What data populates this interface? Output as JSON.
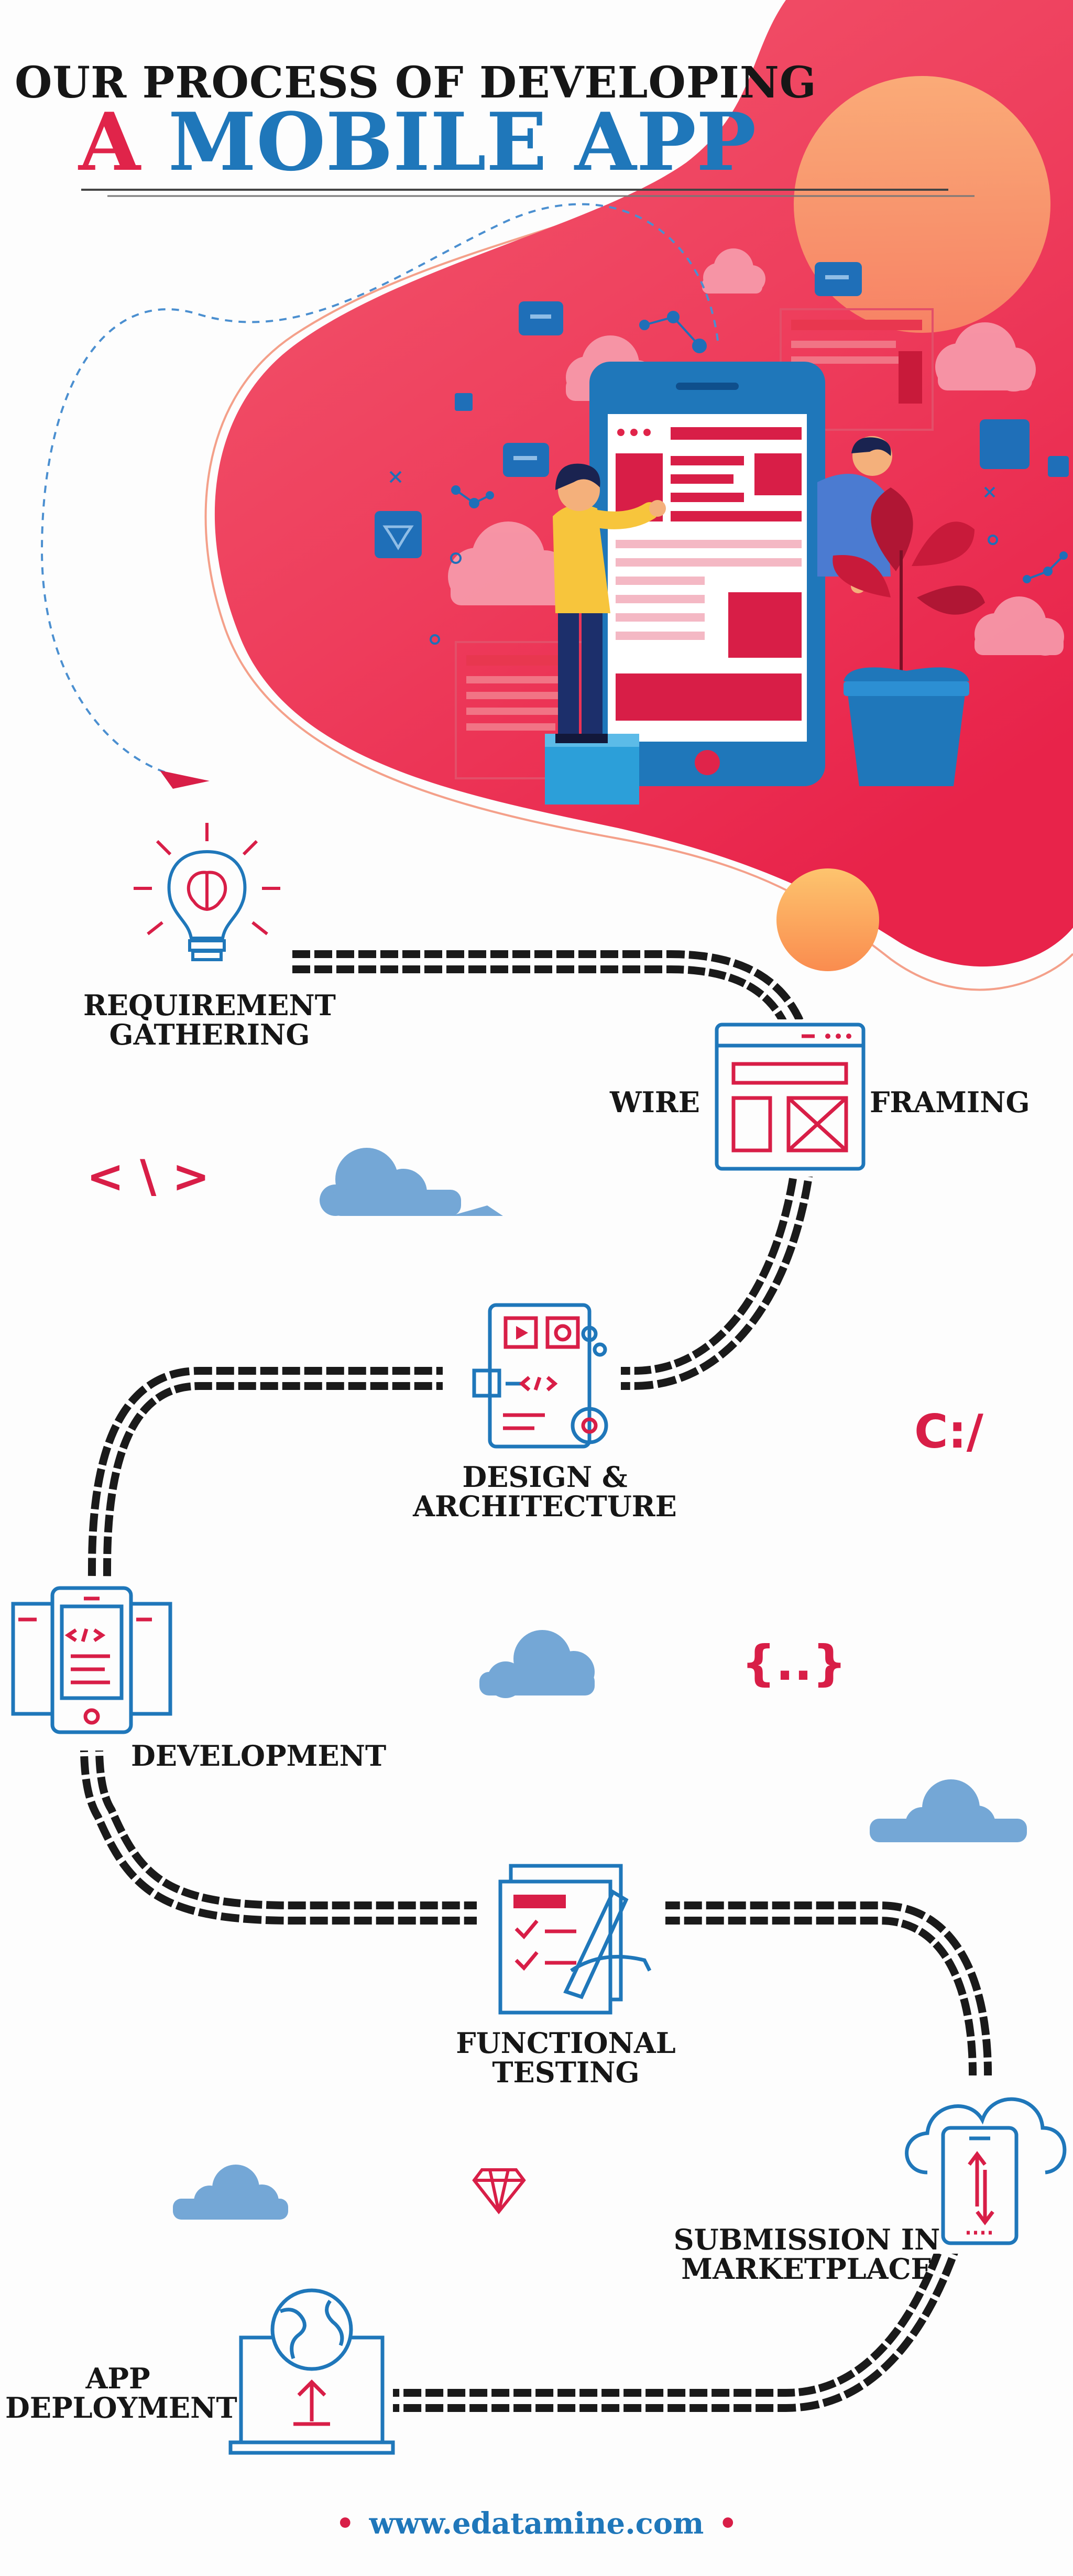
{
  "header": {
    "line1": "OUR PROCESS OF DEVELOPING",
    "line2_accent": "A",
    "line2_rest": "MOBILE APP"
  },
  "steps": [
    {
      "id": "requirement",
      "line1": "REQUIREMENT",
      "line2": "GATHERING",
      "icon": "lightbulb-brain-icon"
    },
    {
      "id": "wireframing",
      "left": "WIRE",
      "right": "FRAMING",
      "icon": "browser-wireframe-icon"
    },
    {
      "id": "design",
      "line1": "DESIGN &",
      "line2": "ARCHITECTURE",
      "icon": "app-design-icon"
    },
    {
      "id": "development",
      "line1": "DEVELOPMENT",
      "icon": "phone-code-icon"
    },
    {
      "id": "testing",
      "line1": "FUNCTIONAL",
      "line2": "TESTING",
      "icon": "checklist-pen-icon"
    },
    {
      "id": "submission",
      "line1": "SUBMISSION IN",
      "line2": "MARKETPLACE",
      "icon": "cloud-phone-icon"
    },
    {
      "id": "deployment",
      "line1": "APP",
      "line2": "DEPLOYMENT",
      "icon": "globe-laptop-icon"
    }
  ],
  "decor": {
    "code_tag": "< \\ >",
    "drive": "C:/",
    "braces": "{..}"
  },
  "footer": {
    "url": "www.edatamine.com"
  },
  "colors": {
    "blue": "#1f77ba",
    "red": "#d81e47",
    "pink": "#f2506a",
    "dark": "#1a1a1a"
  }
}
